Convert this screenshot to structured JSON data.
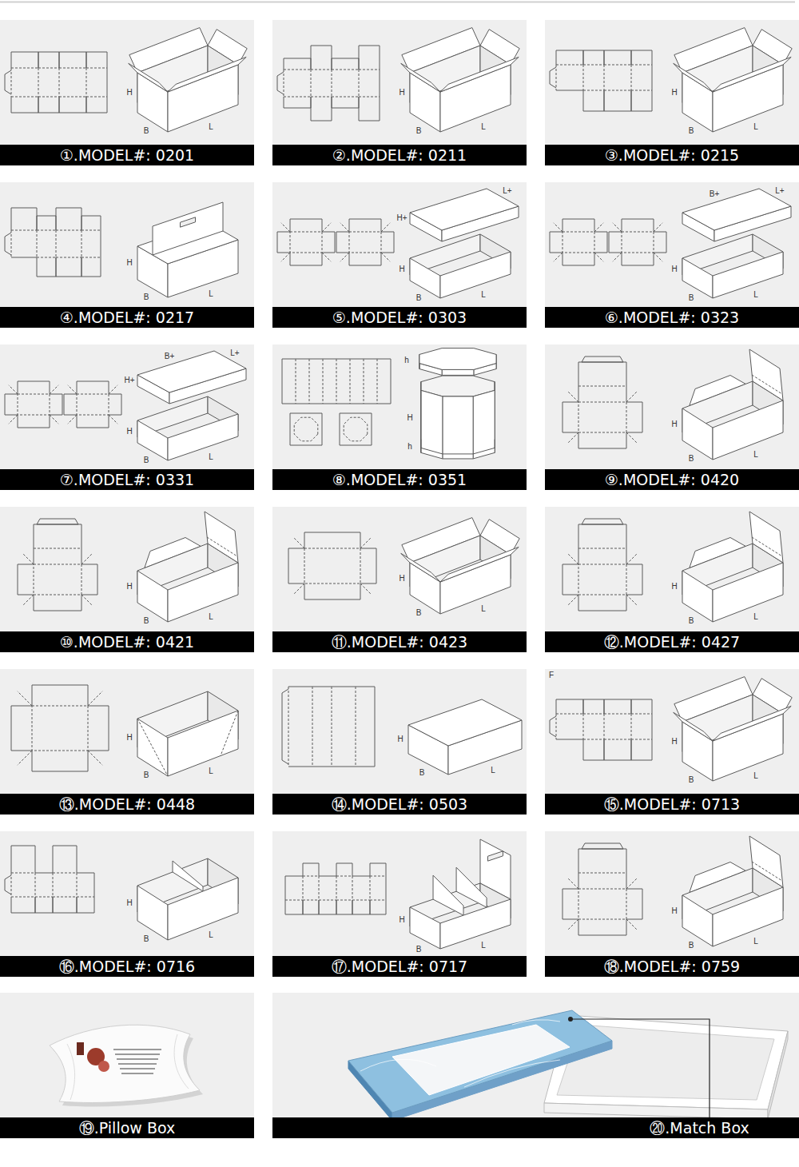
{
  "diagram": {
    "nodes": [
      {
        "text": [
          "①.MODEL#: 0201"
        ]
      },
      {
        "text": [
          "②.MODEL#: 0211"
        ]
      },
      {
        "text": [
          "③.MODEL#: 0215"
        ]
      },
      {
        "text": [
          "④.MODEL#: 0217"
        ]
      },
      {
        "text": [
          "⑤.MODEL#: 0303"
        ]
      },
      {
        "text": [
          "⑥.MODEL#: 0323"
        ]
      },
      {
        "text": [
          "⑦.MODEL#: 0331"
        ]
      },
      {
        "text": [
          "⑧.MODEL#: 0351"
        ]
      },
      {
        "text": [
          "⑨.MODEL#: 0420"
        ]
      },
      {
        "text": [
          "⑩.MODEL#: 0421"
        ]
      },
      {
        "text": [
          "⑪.MODEL#: 0423"
        ]
      },
      {
        "text": [
          "⑫.MODEL#: 0427"
        ]
      },
      {
        "text": [
          "⑬.MODEL#: 0448"
        ]
      },
      {
        "text": [
          "⑭.MODEL#: 0503"
        ]
      },
      {
        "text": [
          "⑮.MODEL#: 0713"
        ]
      },
      {
        "text": [
          "⑯.MODEL#: 0716"
        ]
      },
      {
        "text": [
          "⑰.MODEL#: 0717"
        ]
      },
      {
        "text": [
          "⑱.MODEL#: 0759"
        ]
      },
      {
        "text": [
          "⑲.Pillow Box"
        ]
      },
      {
        "text": [
          "⑳.Match Box"
        ]
      }
    ],
    "labels": [
      "H",
      "B",
      "L",
      "H",
      "B",
      "L",
      "H",
      "B",
      "L",
      "H",
      "B",
      "L",
      "H+",
      "L+",
      "H",
      "B",
      "L",
      "L+",
      "B+",
      "H",
      "B",
      "L",
      "L+",
      "B+",
      "H+",
      "H",
      "B",
      "L",
      "h",
      "H",
      "h",
      "H",
      "B",
      "L",
      "H",
      "B",
      "L",
      "H",
      "B",
      "L",
      "H",
      "B",
      "L",
      "H",
      "B",
      "L",
      "H",
      "B",
      "L",
      "F",
      "H",
      "B",
      "L",
      "H",
      "B",
      "L",
      "H",
      "B",
      "L",
      "H",
      "B",
      "L"
    ]
  }
}
